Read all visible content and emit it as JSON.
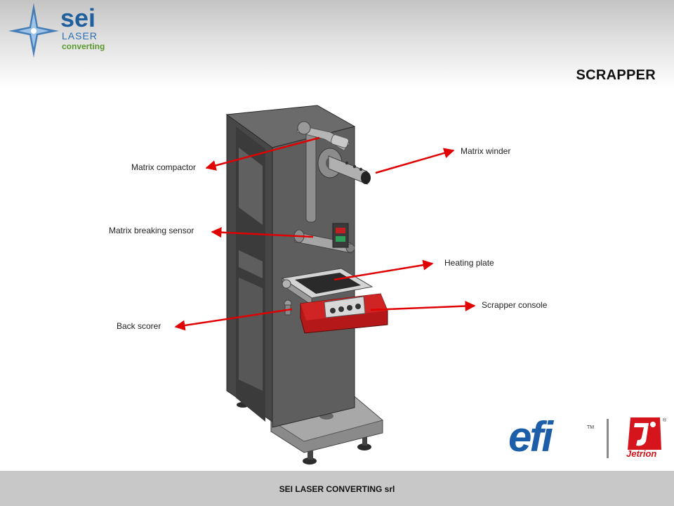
{
  "header": {
    "logo": {
      "text_main": "sei",
      "text_line1": "LASER",
      "text_line2": "converting",
      "icon": "star-compass-icon",
      "colors": {
        "blue": "#1f5f9e",
        "green": "#5a9a2f"
      }
    },
    "title": "SCRAPPER"
  },
  "diagram": {
    "callouts": [
      {
        "id": "matrix-compactor",
        "label": "Matrix compactor"
      },
      {
        "id": "matrix-winder",
        "label": "Matrix winder"
      },
      {
        "id": "matrix-breaking-sensor",
        "label": "Matrix breaking sensor"
      },
      {
        "id": "heating-plate",
        "label": "Heating plate"
      },
      {
        "id": "scrapper-console",
        "label": "Scrapper console"
      },
      {
        "id": "back-scorer",
        "label": "Back scorer"
      }
    ],
    "arrow_color": "#e00000",
    "machine_colors": {
      "frame": "#5e5e5e",
      "frame_dark": "#3a3a3a",
      "console": "#c41a1a"
    }
  },
  "partner_logos": {
    "efi_text": "efi",
    "efi_tm": "TM",
    "jetrion_text": "Jetrion",
    "jetrion_tm": "®",
    "colors": {
      "efi_blue": "#1c5fa8",
      "jetrion_red": "#d6141b"
    }
  },
  "footer": {
    "text": "SEI LASER CONVERTING srl"
  }
}
